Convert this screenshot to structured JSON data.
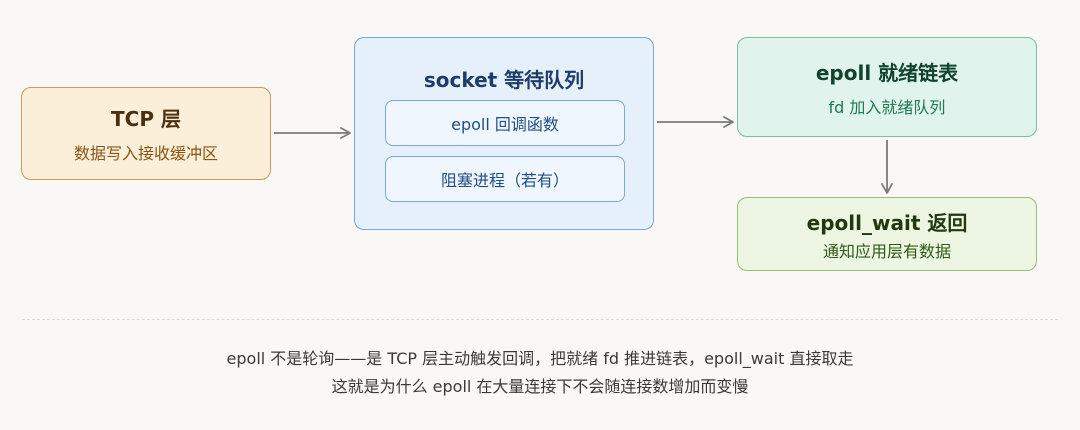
{
  "nodes": {
    "tcp": {
      "title": "TCP 层",
      "subtitle": "数据写入接收缓冲区"
    },
    "socket": {
      "title": "socket 等待队列",
      "items": [
        "epoll 回调函数",
        "阻塞进程（若有）"
      ]
    },
    "ready_list": {
      "title": "epoll 就绪链表",
      "subtitle": "fd 加入就绪队列"
    },
    "epoll_wait": {
      "title": "epoll_wait 返回",
      "subtitle": "通知应用层有数据"
    }
  },
  "caption": {
    "line1": "epoll 不是轮询——是 TCP 层主动触发回调，把就绪 fd 推进链表，epoll_wait 直接取走",
    "line2": "这就是为什么 epoll 在大量连接下不会随连接数增加而变慢"
  },
  "colors": {
    "tcp_fill": "#fcefd9",
    "tcp_border": "#c99b5d",
    "socket_fill": "#e6f0fb",
    "socket_border": "#7aa7d6",
    "ready_fill": "#e0f3ec",
    "ready_border": "#78c0a0",
    "wait_fill": "#edf5e3",
    "wait_border": "#98bf78",
    "arrow": "#7a7a7a"
  }
}
